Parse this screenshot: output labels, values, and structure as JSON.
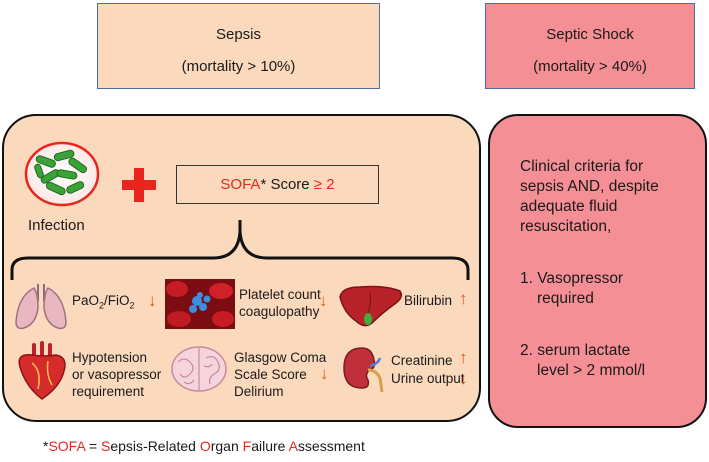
{
  "header": {
    "sepsis_title": "Sepsis",
    "sepsis_mortality": "(mortality > 10%)",
    "shock_title": "Septic Shock",
    "shock_mortality": "(mortality > 40%)"
  },
  "left_panel": {
    "infection_label": "Infection",
    "plus_symbol": "+",
    "sofa_abbr": "SOFA",
    "sofa_star": "*",
    "sofa_score": " Score",
    "sofa_threshold": " ≥ 2",
    "organs": {
      "lung_label_a": "PaO",
      "lung_sub_a": "2",
      "lung_slash": "/FiO",
      "lung_sub_b": "2",
      "lung_arrow": "↓",
      "platelet_line1": "Platelet count",
      "platelet_line2": "coagulopathy",
      "platelet_arrow": "↓",
      "bilirubin_label": "Bilirubin",
      "bilirubin_arrow": "↑",
      "heart_line1": "Hypotension",
      "heart_line2": "or vasopressor",
      "heart_line3": "requirement",
      "gcs_line1": "Glasgow Coma",
      "gcs_line2": "Scale Score",
      "gcs_line3": "Delirium",
      "gcs_arrow": "↓",
      "creatinine_label": "Creatinine",
      "creatinine_arrow": "↑",
      "urine_label": "Urine output",
      "urine_arrow": "↓"
    }
  },
  "right_panel": {
    "intro_line1": "Clinical criteria for",
    "intro_line2": "sepsis AND, despite",
    "intro_line3": "adequate fluid",
    "intro_line4": "resuscitation,",
    "item1_line1": "1. Vasopressor",
    "item1_line2": "required",
    "item2_line1": "2. serum lactate",
    "item2_line2": "level > 2 mmol/l"
  },
  "footnote": {
    "star": "*",
    "abbr": "SOFA",
    "eq": " = ",
    "S": "S",
    "w1": "epsis-Related ",
    "O": "O",
    "w2": "rgan ",
    "F": "F",
    "w3": "ailure ",
    "A": "A",
    "w4": "ssessment"
  },
  "colors": {
    "sepsis_fill": "#fbd9bd",
    "shock_fill": "#f58f96",
    "accent_red": "#e8261e",
    "arrow_orange": "#e3541a",
    "header_border": "#4a6fa3"
  }
}
